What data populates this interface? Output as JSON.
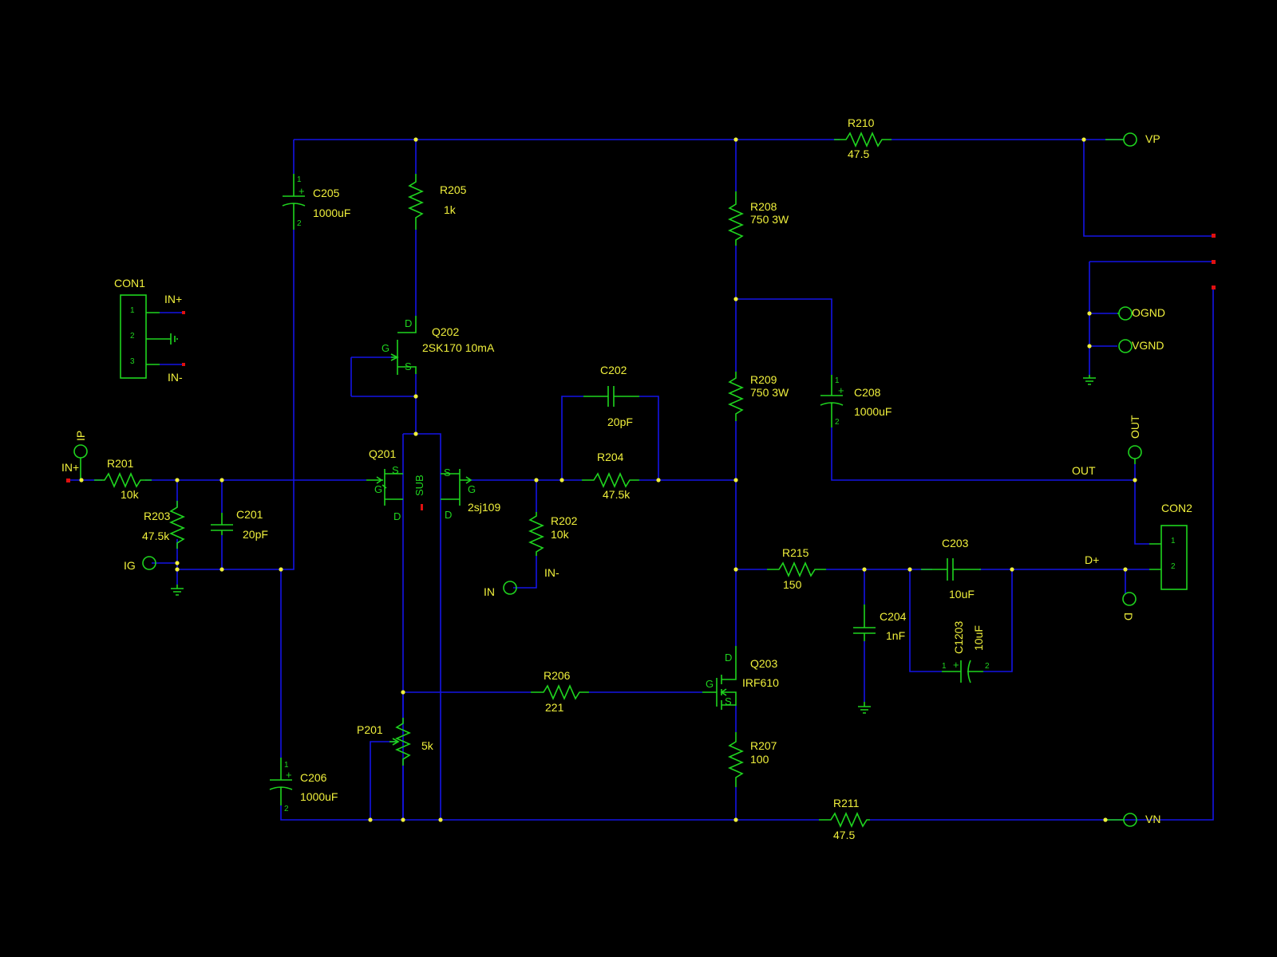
{
  "colors": {
    "background": "#000000",
    "wire": "#1414e6",
    "component": "#1fd41f",
    "label": "#f0f03c",
    "terminal": "#e01010"
  },
  "components": {
    "R201": {
      "ref": "R201",
      "value": "10k"
    },
    "R202": {
      "ref": "R202",
      "value": "10k"
    },
    "R203": {
      "ref": "R203",
      "value": "47.5k"
    },
    "R204": {
      "ref": "R204",
      "value": "47.5k"
    },
    "R205": {
      "ref": "R205",
      "value": "1k"
    },
    "R206": {
      "ref": "R206",
      "value": "221"
    },
    "R207": {
      "ref": "R207",
      "value": "100"
    },
    "R208": {
      "ref": "R208",
      "value": "750 3W"
    },
    "R209": {
      "ref": "R209",
      "value": "750 3W"
    },
    "R210": {
      "ref": "R210",
      "value": "47.5"
    },
    "R211": {
      "ref": "R211",
      "value": "47.5"
    },
    "R215": {
      "ref": "R215",
      "value": "150"
    },
    "C201": {
      "ref": "C201",
      "value": "20pF"
    },
    "C202": {
      "ref": "C202",
      "value": "20pF"
    },
    "C203": {
      "ref": "C203",
      "value": "10uF"
    },
    "C204": {
      "ref": "C204",
      "value": "1nF"
    },
    "C205": {
      "ref": "C205",
      "value": "1000uF"
    },
    "C206": {
      "ref": "C206",
      "value": "1000uF"
    },
    "C208": {
      "ref": "C208",
      "value": "1000uF"
    },
    "C1203": {
      "ref": "C1203",
      "value": "10uF"
    },
    "P201": {
      "ref": "P201",
      "value": "5k"
    },
    "Q201": {
      "ref": "Q201",
      "value": "2sj109"
    },
    "Q202": {
      "ref": "Q202",
      "value": "2SK170 10mA"
    },
    "Q203": {
      "ref": "Q203",
      "value": "IRF610"
    },
    "CON1": {
      "ref": "CON1"
    },
    "CON2": {
      "ref": "CON2"
    }
  },
  "nets": {
    "in_plus_a": "IN+",
    "in_plus_b": "IN+",
    "in_minus_a": "IN-",
    "in_minus_b": "IN-",
    "ip": "IP",
    "ig": "IG",
    "in": "IN",
    "vp": "VP",
    "vn": "VN",
    "ognd": "OGND",
    "vgnd": "VGND",
    "out_net": "OUT",
    "out_port": "OUT",
    "dplus": "D+",
    "d_port": "D"
  },
  "pins": {
    "d": "D",
    "g": "G",
    "s": "S",
    "sub": "SUB",
    "p1": "1",
    "p2": "2",
    "p3": "3",
    "plus": "+"
  }
}
